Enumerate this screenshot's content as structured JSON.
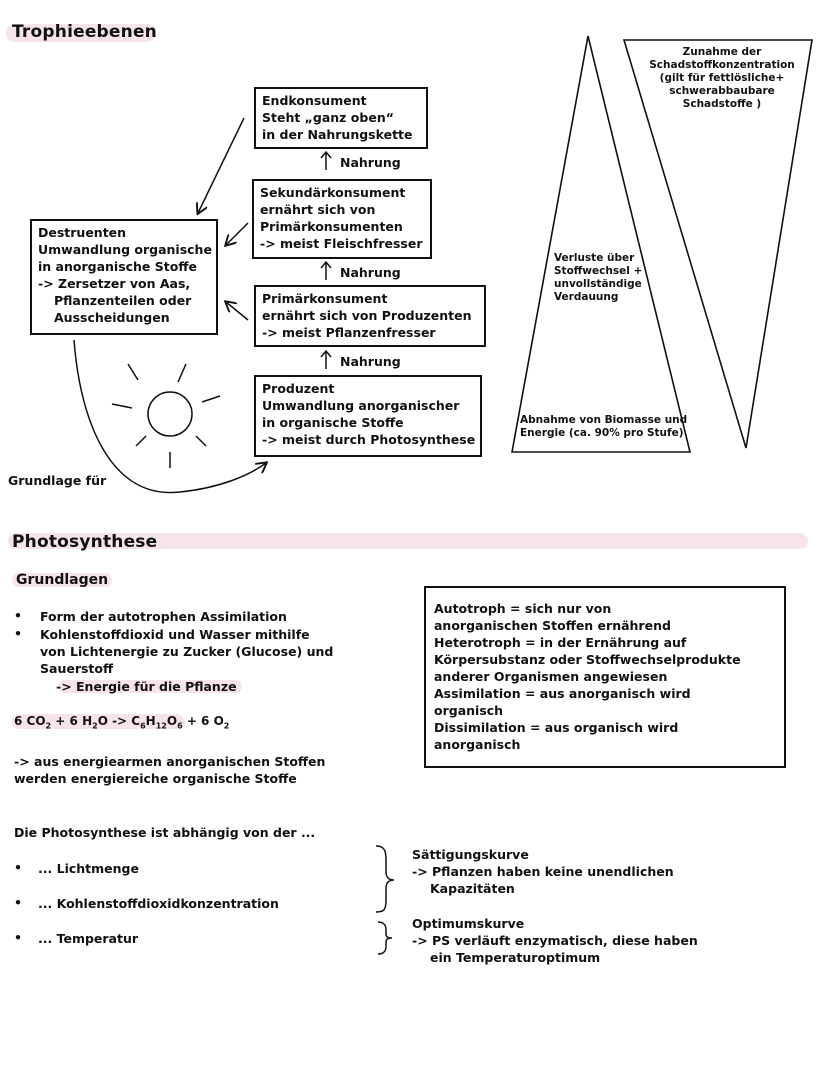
{
  "trophic": {
    "heading": "Trophieebenen",
    "endkonsument": {
      "lines": [
        "Endkonsument",
        "Steht „ganz oben“",
        "in der Nahrungskette"
      ]
    },
    "sekundaer": {
      "lines": [
        "Sekundärkonsument",
        "ernährt sich von",
        "Primärkonsumenten",
        "-> meist Fleischfresser"
      ]
    },
    "primaer": {
      "lines": [
        "Primärkonsument",
        "ernährt sich von Produzenten",
        "-> meist Pflanzenfresser"
      ]
    },
    "produzent": {
      "lines": [
        "Produzent",
        "Umwandlung anorganischer",
        "in organische Stoffe",
        "-> meist durch Photosynthese"
      ]
    },
    "destruenten": {
      "lines": [
        "Destruenten",
        "Umwandlung organische",
        "in anorganische Stoffe",
        "-> Zersetzer von Aas,",
        "Pflanzenteilen oder",
        "Ausscheidungen"
      ]
    },
    "nahrung_label": "Nahrung",
    "grundlage": "Grundlage für",
    "pyramid_loss": [
      "Verluste über",
      "Stoffwechsel +",
      "unvollständige",
      "Verdauung"
    ],
    "pyramid_base": [
      "Abnahme von Biomasse und",
      "Energie (ca. 90% pro Stufe)"
    ],
    "inverse_note": [
      "Zunahme der",
      "Schadstoffkonzentration",
      "(gilt für fettlösliche+",
      "schwerabbaubare",
      "Schadstoffe )"
    ]
  },
  "photosynthese": {
    "heading": "Photosynthese",
    "grundlagen": "Grundlagen",
    "bullets": [
      "Form der autotrophen Assimilation",
      "Kohlenstoffdioxid und Wasser mithilfe"
    ],
    "bullet2_cont": [
      "von Lichtenergie zu Zucker (Glucose) und",
      "Sauerstoff"
    ],
    "energie": "-> Energie für die Pflanze",
    "formula": {
      "a": "6 CO",
      "a_sub": "2",
      "b": " + 6 H",
      "b_sub": "2",
      "c": "O -> C",
      "c_sub1": "6",
      "d": "H",
      "d_sub": "12",
      "e": "O",
      "e_sub": "6",
      "f": " + 6 O",
      "f_sub": "2"
    },
    "arrow_note": [
      "-> aus energiearmen anorganischen Stoffen",
      "werden energiereiche organische Stoffe"
    ],
    "definitions": [
      "Autotroph = sich nur von",
      "anorganischen Stoffen ernährend",
      "Heterotroph = in der Ernährung auf",
      "Körpersubstanz oder Stoffwechselprodukte",
      "anderer Organismen angewiesen",
      "Assimilation = aus anorganisch wird",
      "organisch",
      "Dissimilation = aus organisch wird",
      "anorganisch"
    ],
    "abhaengig": "Die Photosynthese ist abhängig von der ...",
    "factors": [
      "... Lichtmenge",
      "... Kohlenstoffdioxidkonzentration",
      "... Temperatur"
    ],
    "saettigung": [
      "Sättigungskurve",
      "-> Pflanzen haben keine unendlichen",
      "Kapazitäten"
    ],
    "optimum": [
      "Optimumskurve",
      "-> PS verläuft enzymatisch, diese haben",
      "ein Temperaturoptimum"
    ]
  }
}
